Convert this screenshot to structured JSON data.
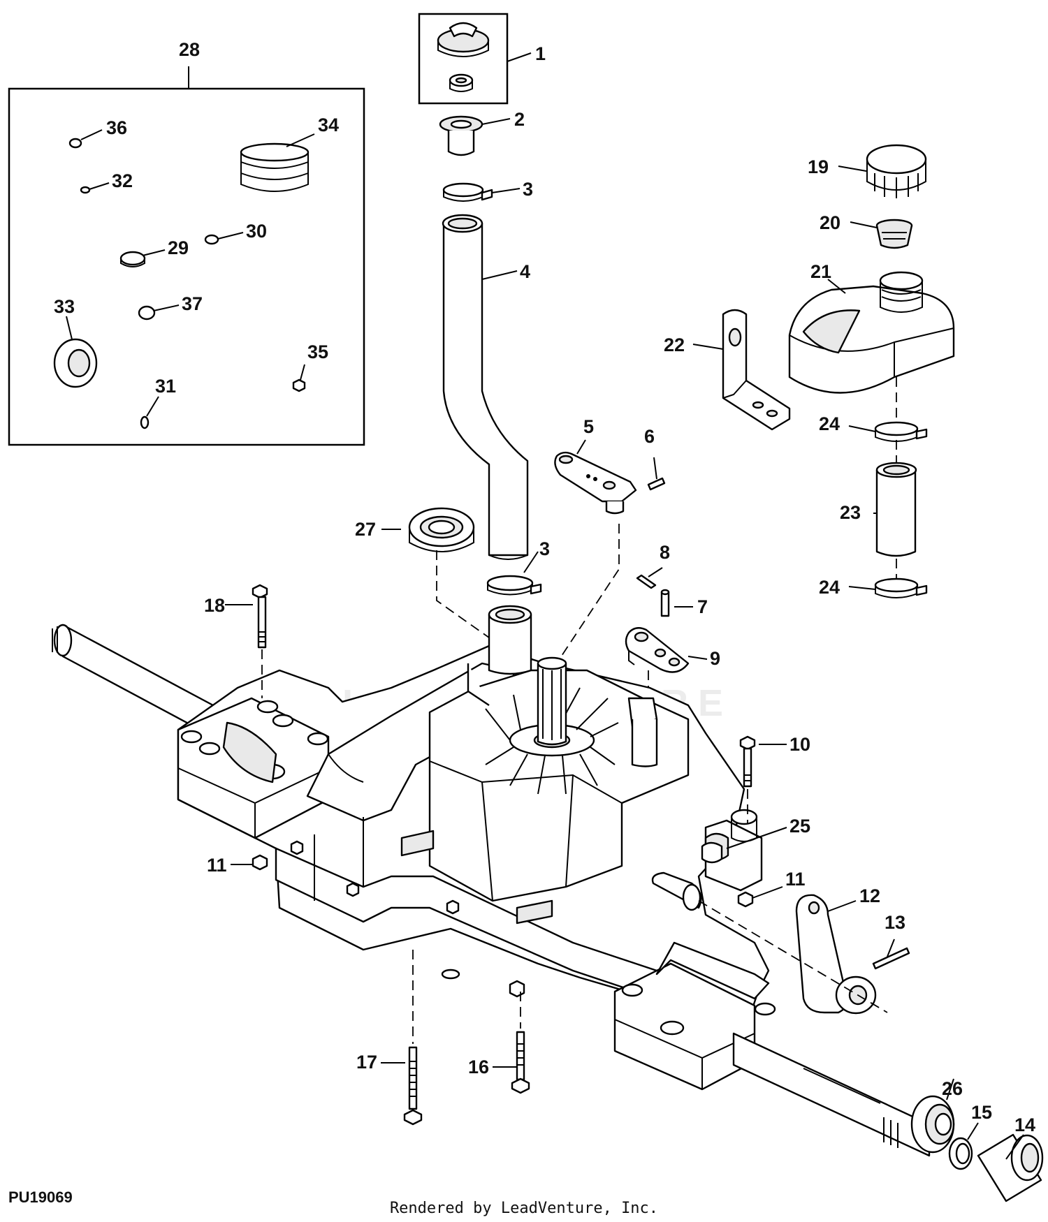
{
  "figure_code": "PU19069",
  "footer_text": "Rendered by LeadVenture, Inc.",
  "watermark": "LEADVENTURE",
  "callouts": {
    "c1": "1",
    "c2": "2",
    "c3a": "3",
    "c3b": "3",
    "c4": "4",
    "c5": "5",
    "c6": "6",
    "c7": "7",
    "c8": "8",
    "c9": "9",
    "c10": "10",
    "c11a": "11",
    "c11b": "11",
    "c12": "12",
    "c13": "13",
    "c14": "14",
    "c15": "15",
    "c16": "16",
    "c17": "17",
    "c18": "18",
    "c19": "19",
    "c20": "20",
    "c21": "21",
    "c22": "22",
    "c23": "23",
    "c24a": "24",
    "c24b": "24",
    "c25": "25",
    "c26": "26",
    "c27": "27",
    "c28": "28",
    "c29": "29",
    "c30": "30",
    "c31": "31",
    "c32": "32",
    "c33": "33",
    "c34": "34",
    "c35": "35",
    "c36": "36",
    "c37": "37"
  }
}
